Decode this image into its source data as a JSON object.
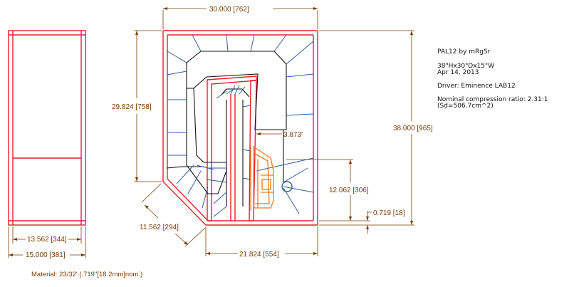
{
  "title_block": {
    "project": "PAL12 by mRgSr",
    "dimensions_summary": "38\"Hx30\"Dx15\"W",
    "date": "Apr 14, 2013",
    "driver": "Driver: Eminence LAB12",
    "compression_line1": "Nominal compression ratio: 2.31:1",
    "compression_line2": "(Sd=506.7cm^2)"
  },
  "dimensions": {
    "top_depth": "30.000 [762]",
    "left_height": "29.824 [758]",
    "overall_height": "38.000 [965]",
    "throat_offset": "3.873'",
    "driver_height": "12.062 [306]",
    "foot_height": "0.719 [18]",
    "chamfer": "11.562 [294]",
    "bottom_depth": "21.824 [554]",
    "inner_width": "13.562 [344]",
    "outer_width": "15.000 [381]"
  },
  "material": "Material: 23/32' (.719\"[18.2mm]nom.)",
  "colors": {
    "panel": "#e8202a",
    "horn_outline": "#111111",
    "construction": "#2f5fa0",
    "driver": "#f07a18",
    "dimension": "#7a3b00"
  }
}
